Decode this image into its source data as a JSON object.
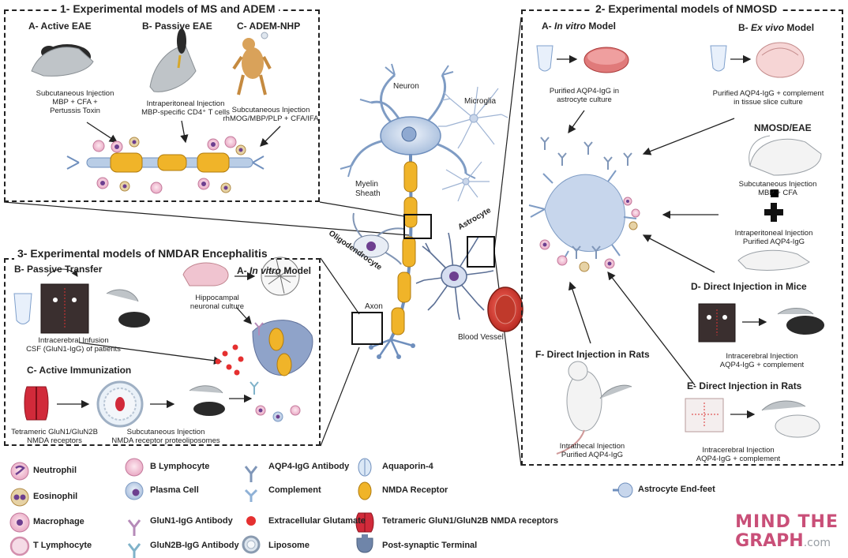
{
  "panels": {
    "p1": {
      "title": "1- Experimental models of  MS and ADEM",
      "a": {
        "title": "A- Active EAE",
        "caption": [
          "Subcutaneous Injection",
          "MBP  + CFA +",
          "Pertussis Toxin"
        ]
      },
      "b": {
        "title": "B- Passive EAE",
        "caption": [
          "Intraperitoneal Injection",
          "MBP-specific CD4⁺ T cells"
        ]
      },
      "c": {
        "title": "C- ADEM-NHP",
        "caption": [
          "Subcutaneous Injection",
          "rhMOG/MBP/PLP + CFA/IFA"
        ]
      }
    },
    "p2": {
      "title": "2- Experimental models of  NMOSD",
      "a": {
        "title_prefix": "A- ",
        "title_italic": "In vitro",
        "title_suffix": " Model",
        "caption": [
          "Purified AQP4-IgG in",
          "astrocyte culture"
        ]
      },
      "b": {
        "title_prefix": "B- ",
        "title_italic": "Ex vivo",
        "title_suffix": " Model",
        "caption": [
          "Purified AQP4-IgG + complement",
          "in tissue slice culture"
        ]
      },
      "nmo": {
        "title": "NMOSD/EAE",
        "caption1": [
          "Subcutaneous Injection",
          "MBP + CFA"
        ],
        "caption2": [
          "Intraperitoneal Injection",
          "Purified AQP4-IgG"
        ]
      },
      "d": {
        "title": "D- Direct Injection in Mice",
        "caption": [
          "Intracerebral Injection",
          "AQP4-IgG + complement"
        ]
      },
      "e": {
        "title": "E- Direct Injection in Rats",
        "caption": [
          "Intracerebral Injection",
          "AQP4-IgG + complement"
        ]
      },
      "f": {
        "title": "F- Direct Injection in Rats",
        "caption": [
          "Intrathecal Injection",
          "Purified AQP4-IgG"
        ]
      }
    },
    "p3": {
      "title": "3- Experimental models of NMDAR Encephalitis",
      "b": {
        "title": "B- Passive Transfer",
        "caption": [
          "Intracerebral Infusion",
          "CSF (GluN1-IgG) of patients"
        ]
      },
      "a": {
        "title_prefix": "A- ",
        "title_italic": "In vitro",
        "title_suffix": " Model",
        "caption": [
          "Hippocampal",
          "neuronal culture"
        ]
      },
      "c": {
        "title": "C- Active Immunization",
        "caption_left": [
          "Tetrameric GluN1/GluN2B",
          "NMDA receptors"
        ],
        "caption_right": [
          "Subcutaneous Injection",
          "NMDA receptor proteoliposomes"
        ]
      }
    }
  },
  "center": {
    "neuron": "Neuron",
    "microglia": "Microglia",
    "myelin": [
      "Myelin",
      "Sheath"
    ],
    "oligodendrocyte": "Oligodendrocyte",
    "astrocyte": "Astrocyte",
    "axon": "Axon",
    "blood_vessel": "Blood Vessel"
  },
  "legend": [
    {
      "label": "Neutrophil",
      "icon": "neutrophil-icon"
    },
    {
      "label": "Eosinophil",
      "icon": "eosinophil-icon"
    },
    {
      "label": "Macrophage",
      "icon": "macrophage-icon"
    },
    {
      "label": "T Lymphocyte",
      "icon": "t-lymphocyte-icon"
    },
    {
      "label": "B Lymphocyte",
      "icon": "b-lymphocyte-icon"
    },
    {
      "label": "Plasma Cell",
      "icon": "plasma-cell-icon"
    },
    {
      "label": "GluN1-IgG Antibody",
      "icon": "glun1-antibody-icon"
    },
    {
      "label": "GluN2B-IgG Antibody",
      "icon": "glun2b-antibody-icon"
    },
    {
      "label": "AQP4-IgG Antibody",
      "icon": "aqp4-antibody-icon"
    },
    {
      "label": "Complement",
      "icon": "complement-icon"
    },
    {
      "label": "Extracellular Glutamate",
      "icon": "glutamate-icon"
    },
    {
      "label": "Liposome",
      "icon": "liposome-icon"
    },
    {
      "label": "Aquaporin-4",
      "icon": "aquaporin-icon"
    },
    {
      "label": "NMDA Receptor",
      "icon": "nmda-receptor-icon"
    },
    {
      "label": "Tetrameric GluN1/GluN2B NMDA receptors",
      "icon": "tetrameric-receptor-icon"
    },
    {
      "label": "Post-synaptic Terminal",
      "icon": "post-synaptic-icon"
    },
    {
      "label": "Astrocyte End-feet",
      "icon": "astrocyte-endfeet-icon"
    }
  ],
  "brand": {
    "line1": "MIND THE",
    "line2": "GRAPH",
    "suffix": ".com"
  },
  "colors": {
    "myelin": "#f0b429",
    "neuron": "#b9cde6",
    "blood": "#c0392b",
    "pink_cell": "#f3c1d6",
    "purple_nucleus": "#6d3f8f"
  }
}
